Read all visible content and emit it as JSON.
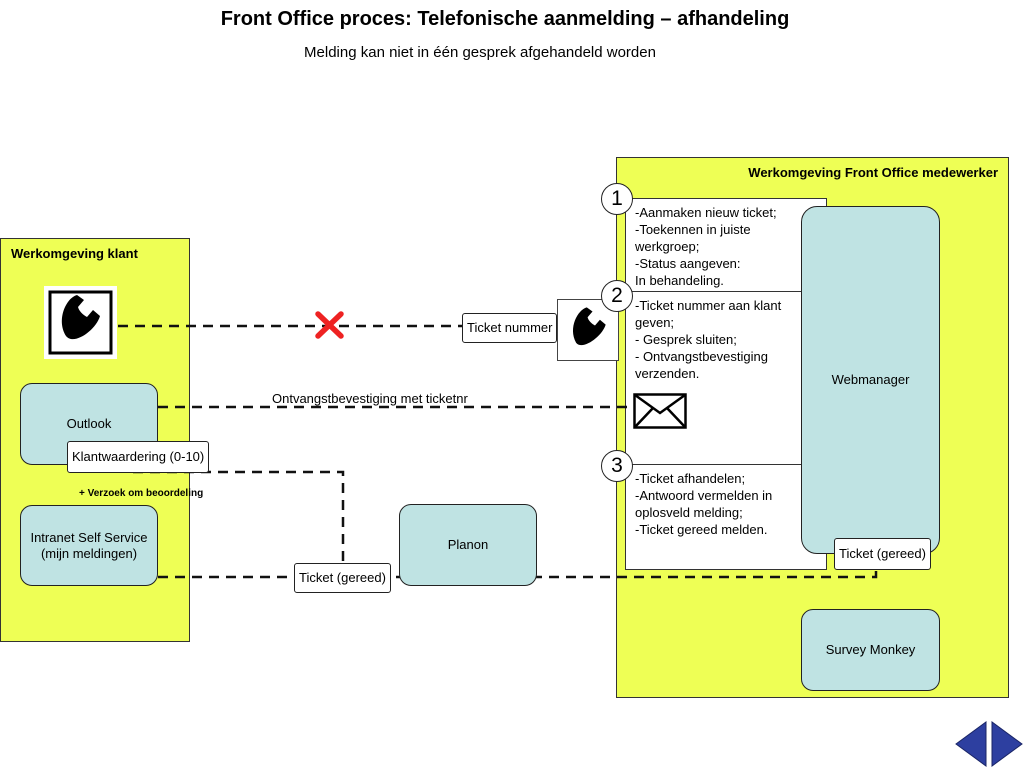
{
  "header": {
    "title": "Front Office proces: Telefonische aanmelding – afhandeling",
    "subtitle": "Melding kan niet in één gesprek afgehandeld worden"
  },
  "client_env": {
    "title": "Werkomgeving klant",
    "outlook": "Outlook",
    "intranet": "Intranet Self Service (mijn meldingen)"
  },
  "front_office_env": {
    "title": "Werkomgeving Front Office medewerker",
    "webmanager": "Webmanager",
    "survey": "Survey Monkey"
  },
  "planon": "Planon",
  "steps": [
    {
      "number": "1",
      "lines": [
        "-Aanmaken nieuw ticket;",
        "-Toekennen in juiste werkgroep;",
        "-Status aangeven:",
        "In behandeling."
      ]
    },
    {
      "number": "2",
      "lines": [
        "-Ticket nummer aan klant geven;",
        "- Gesprek sluiten;",
        "- Ontvangstbevestiging verzenden."
      ]
    },
    {
      "number": "3",
      "lines": [
        "-Ticket afhandelen;",
        "-Antwoord vermelden in oplosveld melding;",
        "-Ticket gereed melden."
      ]
    }
  ],
  "connectors": {
    "ticket_nummer": "Ticket nummer",
    "ontvangst": "Ontvangstbevestiging met ticketnr",
    "klantwaardering": "Klantwaardering (0-10)",
    "verzoek": "+ Verzoek om beoordeling",
    "ticket_gereed_left": "Ticket (gereed)",
    "ticket_gereed_right": "Ticket (gereed)"
  },
  "icons": {
    "phone_client": "phone-icon",
    "phone_frontoffice": "phone-icon",
    "blocked": "cross-icon",
    "mail": "envelope-icon",
    "nav_prev": "triangle-left-icon",
    "nav_next": "triangle-right-icon"
  },
  "colors": {
    "panel": "#eeff55",
    "system_box": "#bfe3e3",
    "cross": "#ee2222",
    "nav": "#2d3fa0"
  }
}
